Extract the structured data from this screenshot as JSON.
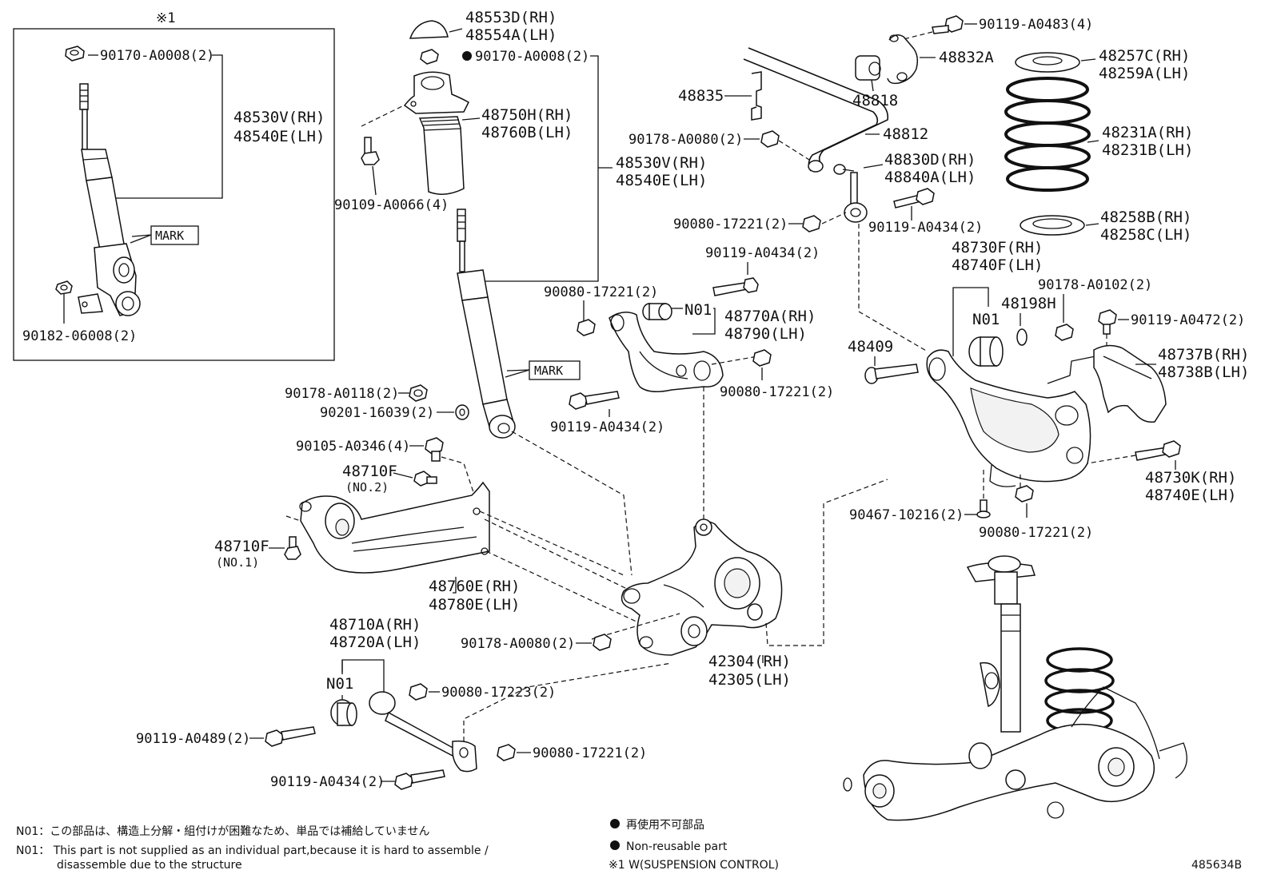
{
  "diagram": {
    "inset": {
      "mark": "※1",
      "labels": {
        "nut": "90170-A0008(2)",
        "shock_rh": "48530V(RH)",
        "shock_lh": "48540E(LH)",
        "mark_tag": "MARK",
        "bolt": "90182-06008(2)"
      }
    },
    "labels": {
      "mount_cap_rh": "48553D(RH)",
      "mount_cap_lh": "48554A(LH)",
      "nut_top": "90170-A0008(2)",
      "boot_rh": "48750H(RH)",
      "boot_lh": "48760B(LH)",
      "bolt_mount": "90109-A0066(4)",
      "shock_rh": "48530V(RH)",
      "shock_lh": "48540E(LH)",
      "mark_tag": "MARK",
      "nut_a0118": "90178-A0118(2)",
      "washer": "90201-16039(2)",
      "bolt_a0346": "90105-A0346(4)",
      "arm_48710f_a": "48710F",
      "no2": "(NO.2)",
      "arm_48710f_b": "48710F",
      "no1": "(NO.1)",
      "arm_upper_rh": "48760E(RH)",
      "arm_upper_lh": "48780E(LH)",
      "nut_17221_a": "90080-17221(2)",
      "bolt_a0434_a": "90119-A0434(2)",
      "n01_a": "N01",
      "arm_48770_rh": "48770A(RH)",
      "arm_48790_lh": "48790(LH)",
      "nut_17221_b": "90080-17221(2)",
      "bolt_a0434_b": "90119-A0434(2)",
      "stab_bracket_part": "48835",
      "nut_a0080_a": "90178-A0080(2)",
      "bolt_a0483": "90119-A0483(4)",
      "bracket_48832": "48832A",
      "bushing_48818": "48818",
      "stab_bar": "48812",
      "link_rh": "48830D(RH)",
      "link_lh": "48840A(LH)",
      "nut_17221_c": "90080-17221(2)",
      "bolt_a0434_c": "90119-A0434(2)",
      "insulator_rh": "48257C(RH)",
      "insulator_lh": "48259A(LH)",
      "spring_rh": "48231A(RH)",
      "spring_lh": "48231B(LH)",
      "lower_ins_rh": "48258B(RH)",
      "lower_ins_lh": "48258C(LH)",
      "lower_arm_rh": "48730F(RH)",
      "lower_arm_lh": "48740F(LH)",
      "nut_a0102": "90178-A0102(2)",
      "part_48198h": "48198H",
      "n01_b": "N01",
      "bolt_48409": "48409",
      "bolt_a0472": "90119-A0472(2)",
      "cover_rh": "48737B(RH)",
      "cover_lh": "48738B(LH)",
      "bolt_48730k_rh": "48730K(RH)",
      "bolt_48740e_lh": "48740E(LH)",
      "bolt_10216": "90467-10216(2)",
      "nut_17221_d": "90080-17221(2)",
      "knuckle_rh": "42304(RH)",
      "knuckle_lh": "42305(LH)",
      "nut_a0080_b": "90178-A0080(2)",
      "arm_48710a_rh": "48710A(RH)",
      "arm_48720a_lh": "48720A(LH)",
      "n01_c": "N01",
      "nut_17223": "90080-17223(2)",
      "bolt_a0489": "90119-A0489(2)",
      "nut_17221_e": "90080-17221(2)",
      "bolt_a0434_d": "90119-A0434(2)"
    },
    "notes": {
      "n01_ja": "N01：この部品は、構造上分解・組付けが困難なため、単品では補給していません",
      "n01_en_1": "N01： This part is not supplied as an individual part,because it is hard to assemble /",
      "n01_en_2": "disassemble due to the structure",
      "legend_ja": "再使用不可部品",
      "legend_en": "Non-reusable part",
      "inset_note": "※1 W(SUSPENSION CONTROL)",
      "diagram_id": "485634B"
    }
  }
}
